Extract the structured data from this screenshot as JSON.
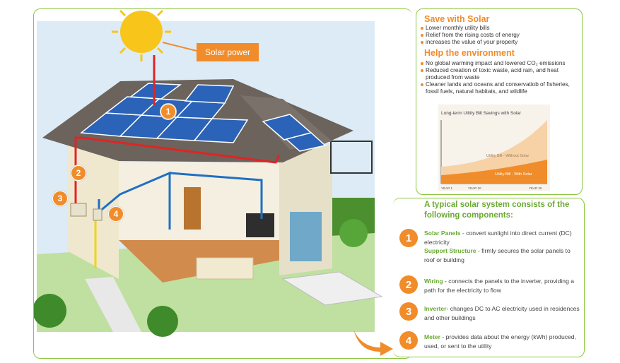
{
  "illustration": {
    "solar_power_label": "Solar power",
    "markers": [
      "1",
      "2",
      "3",
      "4"
    ]
  },
  "benefits": {
    "save_heading": "Save with Solar",
    "save_items": [
      "Lower monthly utility bills",
      "Relief from the rising costs of energy",
      "increases the value of your property"
    ],
    "env_heading": "Help the environment",
    "env_items": [
      "No global warming impact and lowered CO₂ emissions",
      "Reduced creation of toxic waste, acid rain, and heat produced from waste",
      "Cleaner lands and oceans and conservatiob of fisheries, fossil fuels, natural habitats, and wildlife"
    ]
  },
  "savings_chart": {
    "title": "Long-term Utility Bill Savings with Solar",
    "without_label": "Utility Bill - Without Solar",
    "with_label": "Utility Bill - With Solar",
    "x_ticks": [
      "YEAR 1",
      "YEAR 10",
      "YEAR 25"
    ]
  },
  "components": {
    "title": "A typical solar system consists of the following components:",
    "items": [
      {
        "num": "1",
        "name": "Solar Panels",
        "desc": " - convert sunlight into direct current (DC) electricity",
        "name2": "Support Structure",
        "desc2": " - firmly secures the solar panels to roof or building"
      },
      {
        "num": "2",
        "name": "Wiring",
        "desc": " - connects the panels to the inverter, providing a path for the electricity to flow"
      },
      {
        "num": "3",
        "name": "Inverter",
        "desc": "- changes DC to AC electricity used in residences and other buildings"
      },
      {
        "num": "4",
        "name": "Meter",
        "desc": " - provides data about the energy (kWh) produced, used, or sent to the utility"
      }
    ]
  },
  "colors": {
    "accent_orange": "#f08c2a",
    "accent_green": "#6aaa32",
    "frame_green": "#8cc63f",
    "wire_red": "#e02424",
    "wire_blue": "#1f6fc2",
    "wire_yellow": "#f2d21a"
  }
}
